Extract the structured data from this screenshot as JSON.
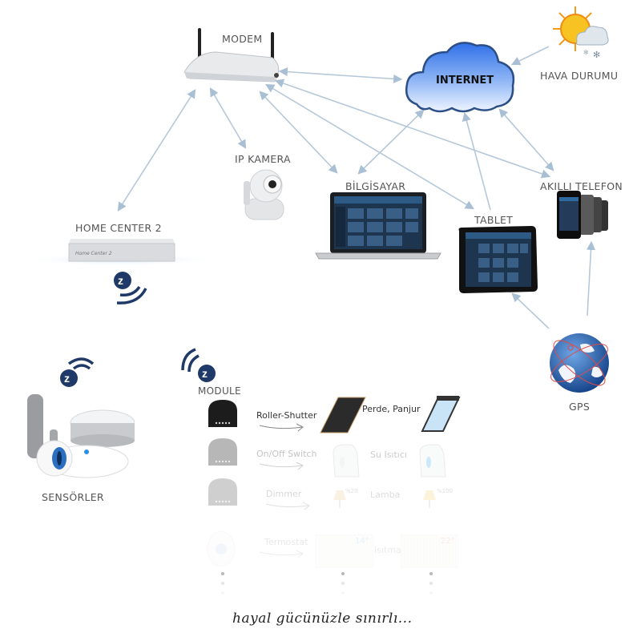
{
  "nodes": {
    "modem": "MODEM",
    "internet": "INTERNET",
    "weather": "HAVA DURUMU",
    "ip_camera": "IP KAMERA",
    "computer": "BİLGİSAYAR",
    "smartphone": "AKILLI TELEFON",
    "tablet": "TABLET",
    "home_center": "HOME CENTER 2",
    "gps": "GPS",
    "sensors": "SENSÖRLER",
    "module_header": "MODULE"
  },
  "home_center_brand": "Home Center 2",
  "modules": [
    {
      "type": "Roller-Shutter",
      "device": "Perde, Panjur",
      "state_a": "",
      "state_b": ""
    },
    {
      "type": "On/Off Switch",
      "device": "Su Isıtıcı",
      "state_a": "",
      "state_b": ""
    },
    {
      "type": "Dimmer",
      "device": "Lamba",
      "state_a": "%20",
      "state_b": "%100"
    },
    {
      "type": "Termostat",
      "device": "Isıtma",
      "state_a": "14°",
      "state_b": "22°"
    }
  ],
  "tagline": "hayal gücünüzle sınırlı...",
  "colors": {
    "arrow": "#a9bfd4",
    "zwave": "#1f3a68",
    "cloud_top": "#2f73e8",
    "cloud_bottom": "#e6efff"
  }
}
